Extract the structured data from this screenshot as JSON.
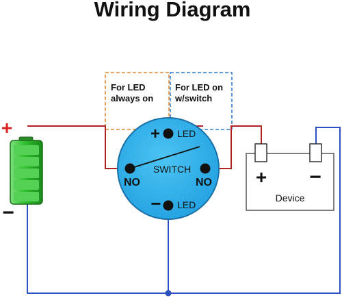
{
  "title": "Wiring Diagram",
  "notes": {
    "led_always_on": [
      "For LED",
      "always on"
    ],
    "led_on_with_switch": [
      "For LED on",
      "w/switch"
    ]
  },
  "switch": {
    "plus_sign": "+",
    "minus_sign": "−",
    "led_top_label": "LED",
    "led_bottom_label": "LED",
    "switch_label": "SWITCH",
    "no_left_label": "NO",
    "no_right_label": "NO"
  },
  "battery": {
    "plus_sign": "+",
    "minus_sign": "−"
  },
  "device": {
    "label": "Device",
    "plus_sign": "+",
    "minus_sign": "−"
  },
  "colors": {
    "positive_wire": "#b22222",
    "negative_wire": "#2c4fc0",
    "switch_face": "#2aa8e8",
    "note_orange": "#e08a2c",
    "note_blue": "#2f7ecb",
    "battery_green": "#3cc03c",
    "plus_red": "#dd2222"
  }
}
